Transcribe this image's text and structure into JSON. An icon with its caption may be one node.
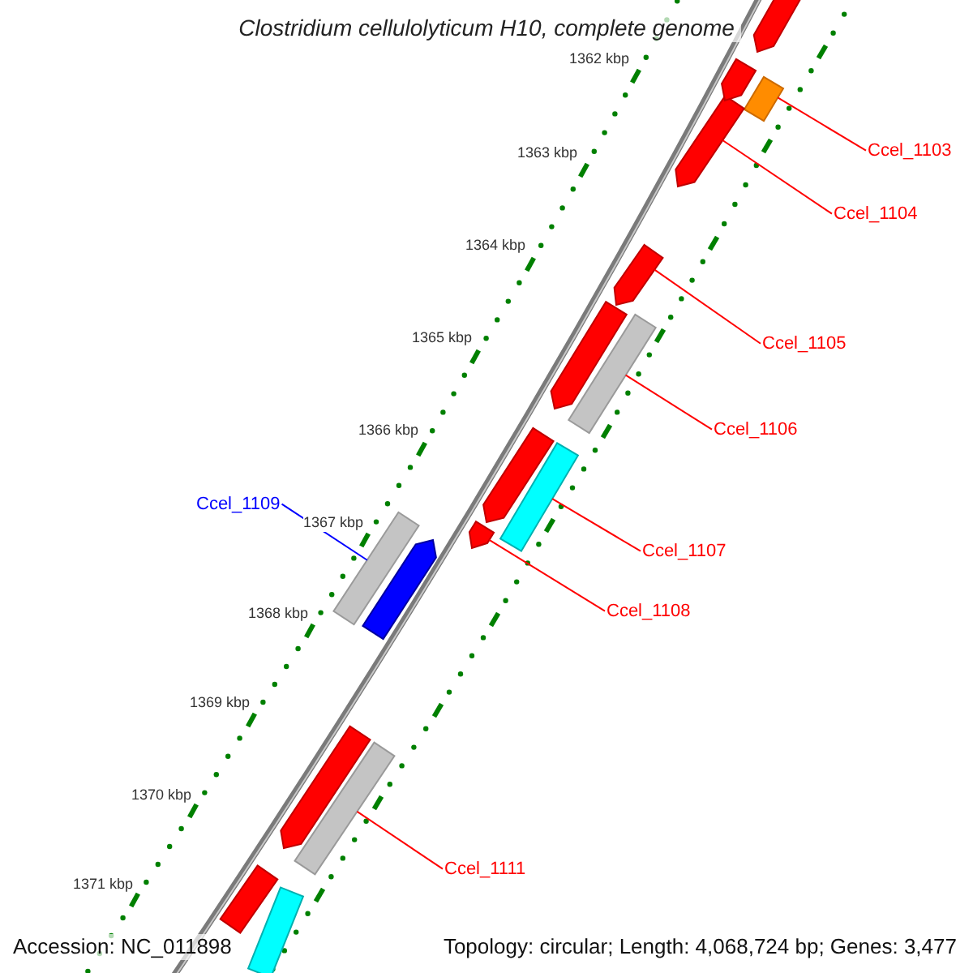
{
  "diagram": {
    "title": "Clostridium cellulolyticum H10, complete genome",
    "nodes": [
      {
        "text": [
          "Ccel_1103"
        ]
      },
      {
        "text": [],
        "shape": "bar"
      },
      {
        "text": [
          "Ccel_1104"
        ]
      },
      {
        "text": [],
        "shape": "arrow"
      },
      {
        "text": [
          "Ccel_1105"
        ]
      },
      {
        "text": [],
        "shape": "arrow"
      },
      {
        "text": [
          "Ccel_1106"
        ]
      },
      {
        "text": [],
        "shape": "bar"
      },
      {
        "text": [
          "Ccel_1109"
        ]
      },
      {
        "text": [],
        "shape": "bar"
      },
      {
        "text": [
          "Ccel_1107"
        ]
      },
      {
        "text": [],
        "shape": "bar"
      },
      {
        "text": [
          "Ccel_1108"
        ]
      },
      {
        "text": [],
        "shape": "arrow"
      },
      {
        "text": [
          "Ccel_1111"
        ]
      },
      {
        "text": [],
        "shape": "bar"
      },
      {
        "text": [],
        "shape": "arrow"
      },
      {
        "text": [],
        "shape": "arrow"
      },
      {
        "text": [],
        "shape": "arrow"
      },
      {
        "text": [],
        "shape": "arrow"
      },
      {
        "text": [],
        "shape": "arrow"
      },
      {
        "text": [],
        "shape": "arrow"
      },
      {
        "text": [],
        "shape": "bar"
      },
      {
        "text": [],
        "shape": "bar"
      }
    ],
    "edges": [
      {
        "from": 0,
        "to": 1,
        "arrow": "none"
      },
      {
        "from": 2,
        "to": 3,
        "arrow": "none"
      },
      {
        "from": 4,
        "to": 5,
        "arrow": "none"
      },
      {
        "from": 6,
        "to": 7,
        "arrow": "none"
      },
      {
        "from": 8,
        "to": 9,
        "arrow": "none",
        "color": "#0000ff"
      },
      {
        "from": 10,
        "to": 11,
        "arrow": "none"
      },
      {
        "from": 12,
        "to": 13,
        "arrow": "none"
      },
      {
        "from": 14,
        "to": 15,
        "arrow": "none"
      }
    ],
    "labels": [
      "1362 kbp",
      "1363 kbp",
      "1364 kbp",
      "1365 kbp",
      "1366 kbp",
      "1367 kbp",
      "1368 kbp",
      "1369 kbp",
      "1370 kbp",
      "1371 kbp",
      "Accession: NC_011898",
      "Topology: circular; Length: 4,068,724 bp; Genes: 3,477"
    ]
  }
}
